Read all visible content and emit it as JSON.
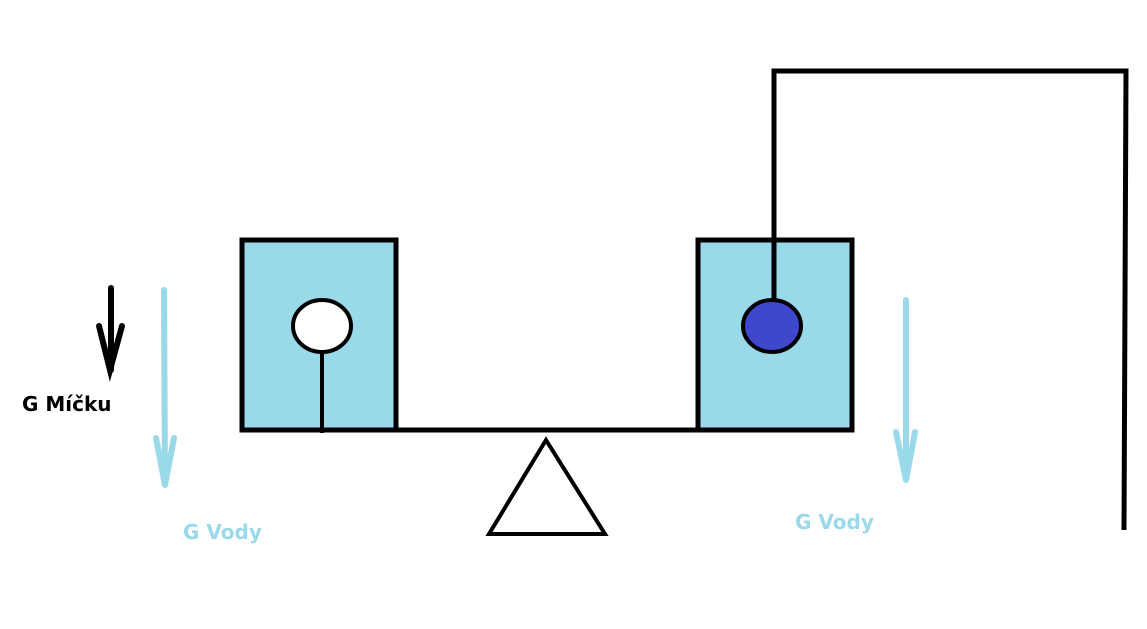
{
  "labels": {
    "ball_weight": "G Míčku",
    "water_weight_left": "G Vody",
    "water_weight_right": "G Vody"
  },
  "colors": {
    "water": "#99D9EA",
    "ball_sunk": "#3F48CC",
    "ball_floating": "#FFFFFF",
    "outline": "#000000",
    "water_arrow": "#99D9EA"
  }
}
